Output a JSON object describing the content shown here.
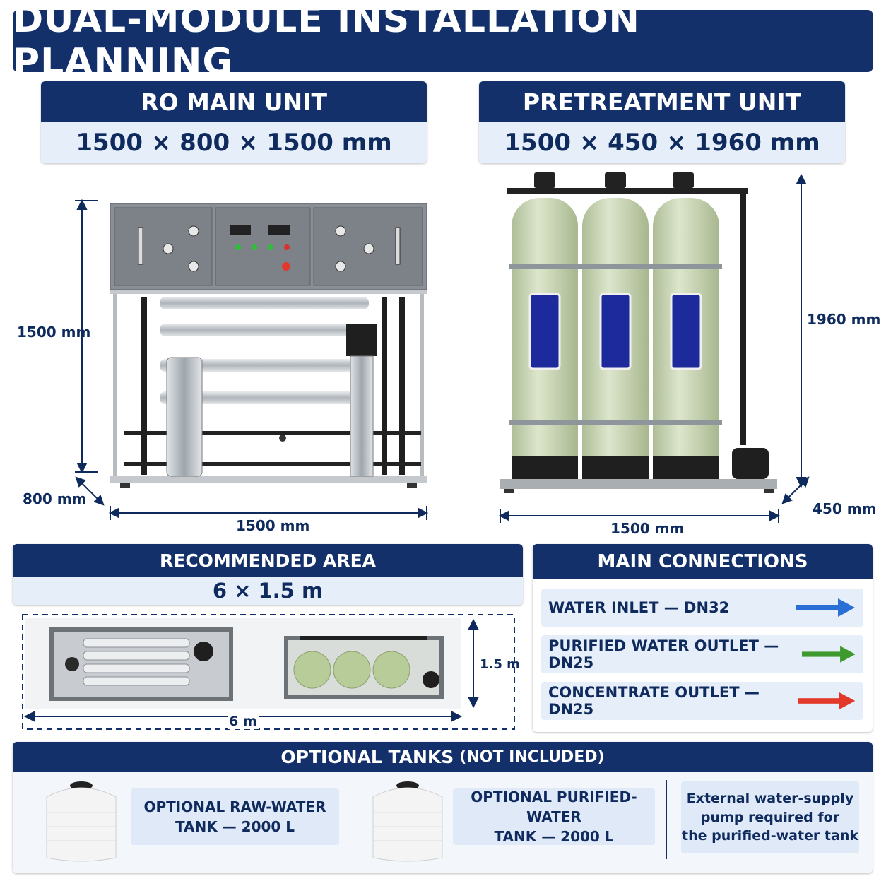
{
  "title": "DUAL-MODULE INSTALLATION PLANNING",
  "ro_unit": {
    "heading": "RO MAIN UNIT",
    "size": "1500 × 800 × 1500 mm",
    "height_label": "1500 mm",
    "depth_label": "800 mm",
    "width_label": "1500 mm"
  },
  "pretreatment_unit": {
    "heading": "PRETREATMENT UNIT",
    "size": "1500 × 450 × 1960 mm",
    "height_label": "1960 mm",
    "depth_label": "450 mm",
    "width_label": "1500 mm"
  },
  "recommended_area": {
    "heading": "RECOMMENDED AREA",
    "size": "6 × 1.5 m",
    "depth_label": "1.5 m",
    "length_label": "6 m"
  },
  "main_connections": {
    "heading": "MAIN CONNECTIONS",
    "items": [
      {
        "label": "WATER INLET — DN32",
        "color": "#2a6fd6"
      },
      {
        "label": "PURIFIED WATER OUTLET — DN25",
        "color": "#3e9a2f"
      },
      {
        "label": "CONCENTRATE OUTLET — DN25",
        "color": "#e2392b"
      }
    ]
  },
  "optional_tanks": {
    "heading_main": "OPTIONAL TANKS",
    "heading_note": "(NOT INCLUDED)",
    "raw_tank": {
      "line1": "OPTIONAL RAW-WATER",
      "line2": "TANK — 2000 L"
    },
    "purified_tank": {
      "line1": "OPTIONAL PURIFIED-WATER",
      "line2": "TANK — 2000 L"
    },
    "note": {
      "line1": "External water-supply",
      "line2": "pump required for",
      "line3": "the purified-water tank"
    }
  },
  "colors": {
    "navy": "#13306b",
    "pale_blue": "#e6eefa",
    "vessel_green": "#c9d8b4",
    "steel": "#b9bec4"
  }
}
